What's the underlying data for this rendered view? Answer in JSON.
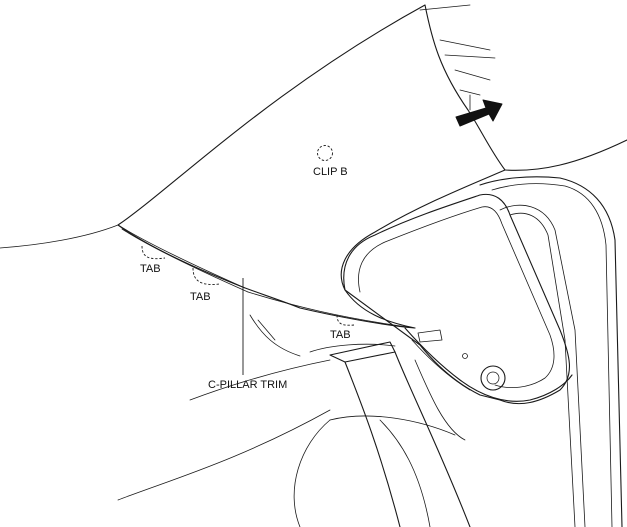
{
  "labels": {
    "clip_b": "CLIP B",
    "tab_1": "TAB",
    "tab_2": "TAB",
    "tab_3": "TAB",
    "c_pillar_trim": "C-PILLAR TRIM"
  },
  "icons": {
    "removal_arrow": "arrow-up-right-icon"
  },
  "colors": {
    "line": "#1a1a1a",
    "arrow_fill": "#111111",
    "background": "#ffffff"
  }
}
